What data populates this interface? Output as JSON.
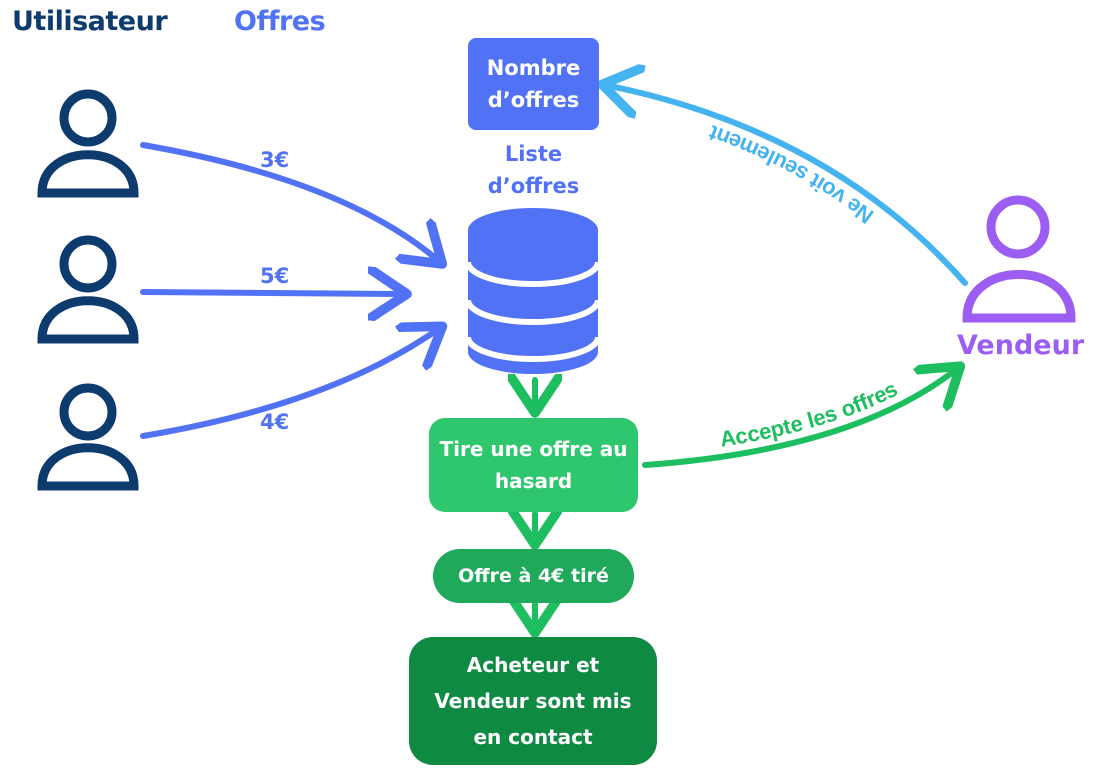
{
  "legend": {
    "user_label": "Utilisateur",
    "offers_label": "Offres"
  },
  "nodes": {
    "offer_count": "Nombre d’offres",
    "offer_list": "Liste d’offres",
    "random_draw": "Tire une offre au hasard",
    "drawn_offer": "Offre à 4€ tiré",
    "contact": "Acheteur et Vendeur sont mis en contact",
    "seller": "Vendeur"
  },
  "edges": {
    "bid_1": "3€",
    "bid_2": "5€",
    "bid_3": "4€",
    "seller_sees": "Ne voit seulement",
    "seller_accepts": "Accepte les offres"
  },
  "colors": {
    "user": "#0d3b6e",
    "offers": "#5172f5",
    "seller": "#9c5ef2",
    "seller_view_arrow": "#45b3f0",
    "green_light": "#2fc76d",
    "green_mid": "#1fa95a",
    "green_dark": "#0e8a43"
  }
}
